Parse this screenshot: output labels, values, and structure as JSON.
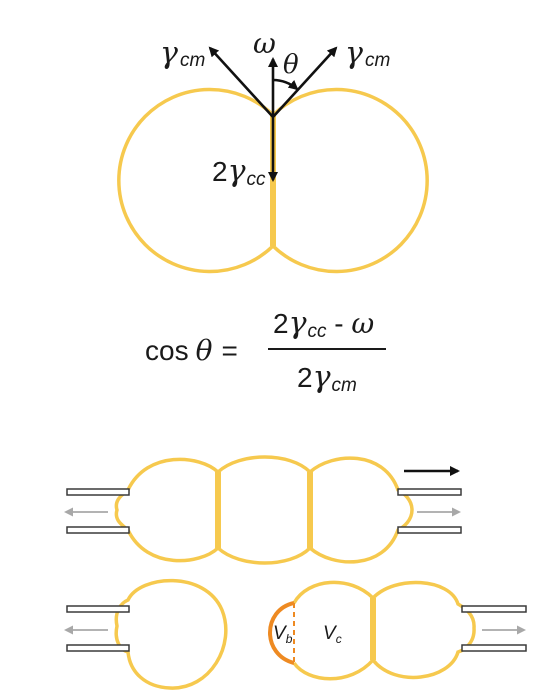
{
  "colors": {
    "cell_membrane": "#f6c94e",
    "cell_membrane_dark": "#f0bf3a",
    "bleb": "#ee8a22",
    "vector": "#111111",
    "pipette_outline": "#3a3a3a",
    "pull_arrow": "#a8a8a8"
  },
  "top": {
    "gamma_left": {
      "sym": "γ",
      "sub": "cm"
    },
    "omega": "ω",
    "theta": "θ",
    "gamma_right": {
      "sym": "γ",
      "sub": "cm"
    },
    "two_gamma_cc": {
      "coef": "2",
      "sym": "γ",
      "sub": "cc"
    }
  },
  "equation": {
    "lhs": "cos",
    "theta": "θ",
    "equals": "=",
    "num_coef": "2",
    "num_sym": "γ",
    "num_sub": "cc",
    "num_minus": " - ",
    "num_omega": "ω",
    "den_coef": "2",
    "den_sym": "γ",
    "den_sub": "cm"
  },
  "bottom": {
    "vb": {
      "sym": "V",
      "sub": "b"
    },
    "vc": {
      "sym": "V",
      "sub": "c"
    }
  },
  "icons": {
    "vector_arrow": "arrow-icon",
    "pull_arrow": "arrow-icon",
    "pipette": "micropipette-icon"
  }
}
